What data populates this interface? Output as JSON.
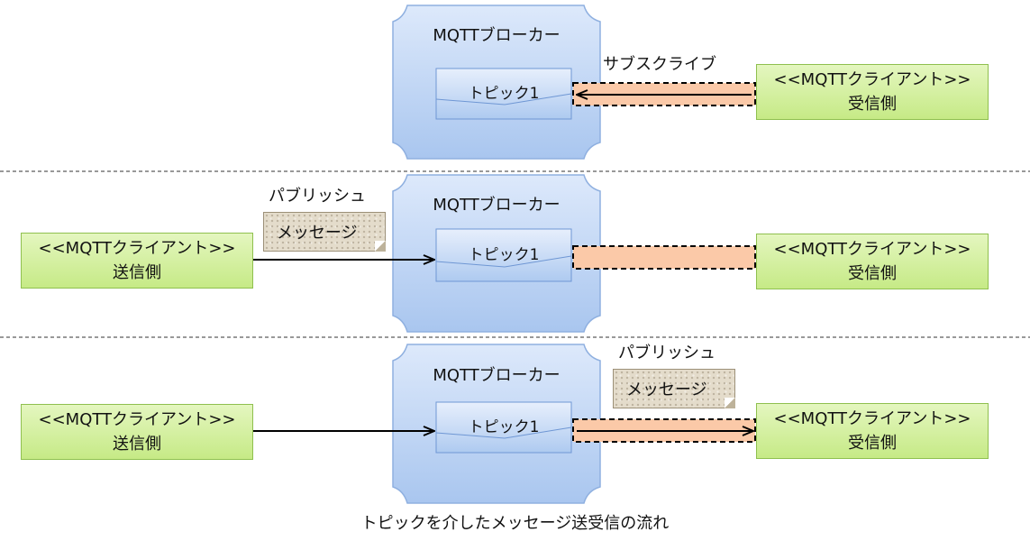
{
  "broker_label": "MQTTブローカー",
  "topic_label": "トピック1",
  "receiver_client": {
    "line1": "<<MQTTクライアント>>",
    "line2": "受信側"
  },
  "sender_client": {
    "line1": "<<MQTTクライアント>>",
    "line2": "送信側"
  },
  "subscribe_label": "サブスクライブ",
  "publish_label": "パブリッシュ",
  "message_label": "メッセージ",
  "caption": "トピックを介したメッセージ送受信の流れ",
  "colors": {
    "broker_fill": "#c5d9f5",
    "topic_fill": "#c9dcf7",
    "client_fill": "#d6f0a4",
    "subscription_fill": "#fbc9a8",
    "message_fill": "#e4dccb"
  }
}
